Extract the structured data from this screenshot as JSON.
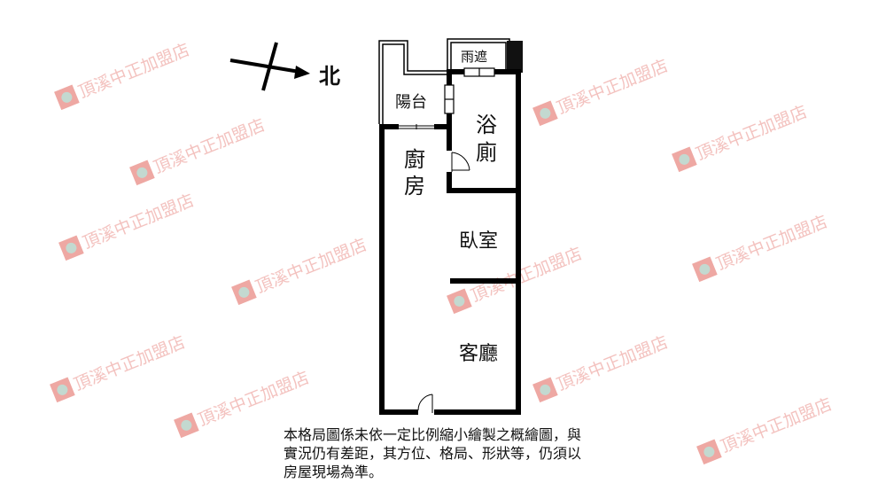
{
  "watermark": "頂溪中正加盟店",
  "compass": {
    "north_label": "北"
  },
  "rooms": {
    "canopy": "雨遮",
    "balcony": "陽台",
    "bath_1": "浴",
    "bath_2": "廁",
    "kitchen_1": "廚",
    "kitchen_2": "房",
    "bedroom": "臥室",
    "living": "客廳"
  },
  "disclaimer": {
    "line1": "本格局圖係未依一定比例縮小繪製之概繪圖，與",
    "line2": "實況仍有差距，其方位、格局、形狀等，仍須以",
    "line3": "房屋現場為準。"
  }
}
